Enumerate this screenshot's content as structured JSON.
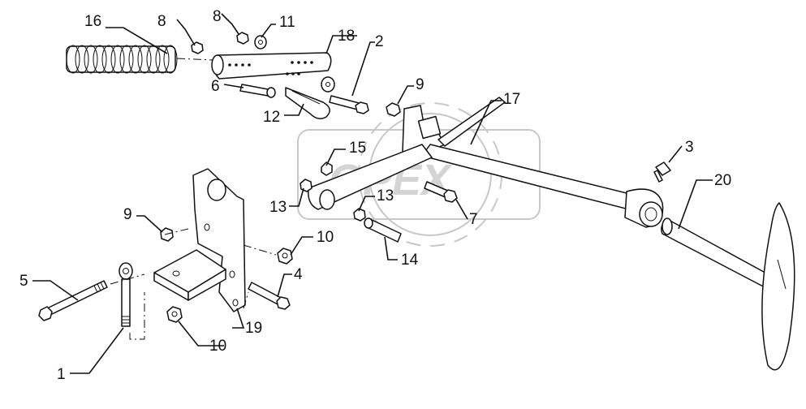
{
  "diagram": {
    "watermark": "OPEX",
    "callouts": [
      {
        "id": "c16",
        "text": "16"
      },
      {
        "id": "c8a",
        "text": "8"
      },
      {
        "id": "c8b",
        "text": "8"
      },
      {
        "id": "c11",
        "text": "11"
      },
      {
        "id": "c18",
        "text": "18"
      },
      {
        "id": "c2",
        "text": "2"
      },
      {
        "id": "c6",
        "text": "6"
      },
      {
        "id": "c12",
        "text": "12"
      },
      {
        "id": "c9a",
        "text": "9"
      },
      {
        "id": "c17",
        "text": "17"
      },
      {
        "id": "c15",
        "text": "15"
      },
      {
        "id": "c3",
        "text": "3"
      },
      {
        "id": "c20",
        "text": "20"
      },
      {
        "id": "c13a",
        "text": "13"
      },
      {
        "id": "c13b",
        "text": "13"
      },
      {
        "id": "c7",
        "text": "7"
      },
      {
        "id": "c9b",
        "text": "9"
      },
      {
        "id": "c10a",
        "text": "10"
      },
      {
        "id": "c14",
        "text": "14"
      },
      {
        "id": "c5",
        "text": "5"
      },
      {
        "id": "c4",
        "text": "4"
      },
      {
        "id": "c19",
        "text": "19"
      },
      {
        "id": "c10b",
        "text": "10"
      },
      {
        "id": "c1",
        "text": "1"
      }
    ]
  }
}
